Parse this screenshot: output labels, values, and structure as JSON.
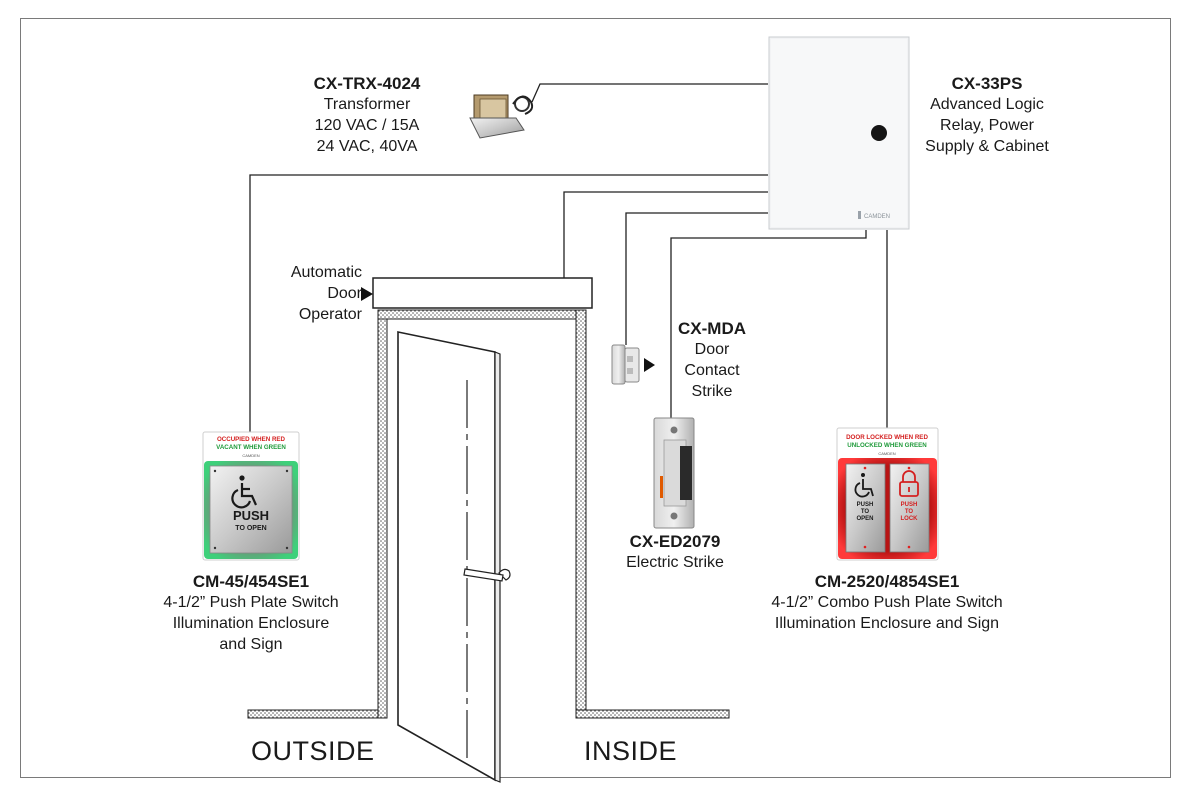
{
  "components": {
    "transformer": {
      "model": "CX-TRX-4024",
      "lines": [
        "Transformer",
        "120 VAC / 15A",
        "24 VAC, 40VA"
      ]
    },
    "cabinet": {
      "model": "CX-33PS",
      "lines": [
        "Advanced Logic",
        "Relay, Power",
        "Supply & Cabinet"
      ],
      "brand_mark": "CAMDEN"
    },
    "operator": {
      "lines": [
        "Automatic",
        "Door",
        "Operator"
      ]
    },
    "door_contact": {
      "model": "CX-MDA",
      "lines": [
        "Door",
        "Contact",
        "Strike"
      ]
    },
    "electric_strike": {
      "model": "CX-ED2079",
      "lines": [
        "Electric Strike"
      ]
    },
    "left_switch": {
      "model": "CM-45/454SE1",
      "lines": [
        "4-1/2” Push Plate Switch",
        "Illumination Enclosure",
        "and Sign"
      ],
      "sign_red": "OCCUPIED WHEN RED",
      "sign_green": "VACANT WHEN GREEN",
      "plate_text_1": "PUSH",
      "plate_text_2": "TO OPEN",
      "brand_mark": "CAMDEN"
    },
    "right_switch": {
      "model": "CM-2520/4854SE1",
      "lines": [
        "4-1/2” Combo Push Plate Switch",
        "Illumination Enclosure and Sign"
      ],
      "sign_red": "DOOR LOCKED WHEN RED",
      "sign_green": "UNLOCKED WHEN GREEN",
      "left_plate": [
        "PUSH",
        "TO",
        "OPEN"
      ],
      "right_plate": [
        "PUSH",
        "TO",
        "LOCK"
      ],
      "brand_mark": "CAMDEN"
    }
  },
  "areas": {
    "outside": "OUTSIDE",
    "inside": "INSIDE"
  },
  "colors": {
    "wire": "#222222",
    "wall_fill": "#d9d9d9",
    "red": "#d42020",
    "green": "#1f9a3a",
    "led_red": "#e02020",
    "led_green": "#2fbf5a"
  }
}
